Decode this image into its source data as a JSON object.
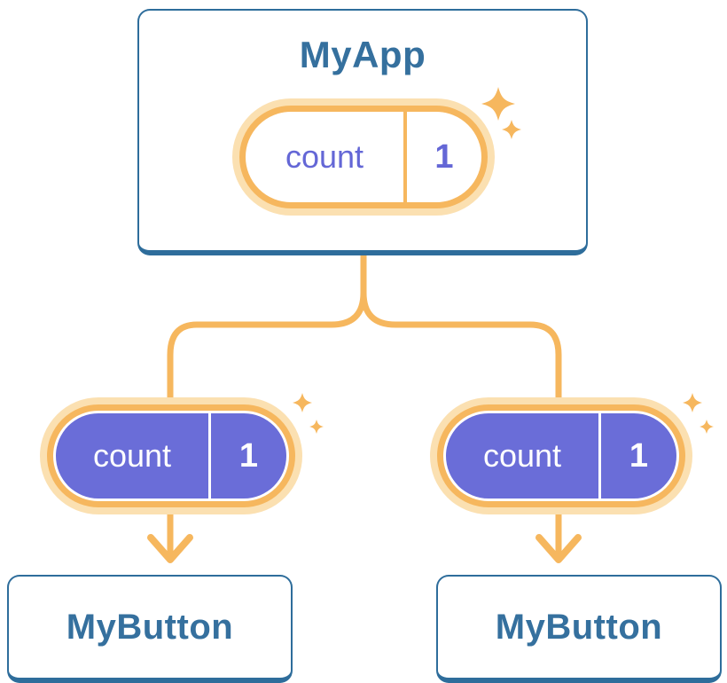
{
  "diagram": {
    "description": "React component tree: parent holds state, passes it as props to children",
    "root": {
      "title": "MyApp",
      "state": {
        "name": "count",
        "value": "1"
      }
    },
    "children": [
      {
        "title": "MyButton",
        "prop": {
          "name": "count",
          "value": "1"
        }
      },
      {
        "title": "MyButton",
        "prop": {
          "name": "count",
          "value": "1"
        }
      }
    ],
    "colors": {
      "accent_orange": "#F6B75E",
      "orange_halo": "#FBE0B1",
      "purple_pill": "#6A6DD8",
      "blue_text": "#35709E",
      "card_border": "#2E6D9B",
      "background": "#FFFFFF"
    }
  }
}
